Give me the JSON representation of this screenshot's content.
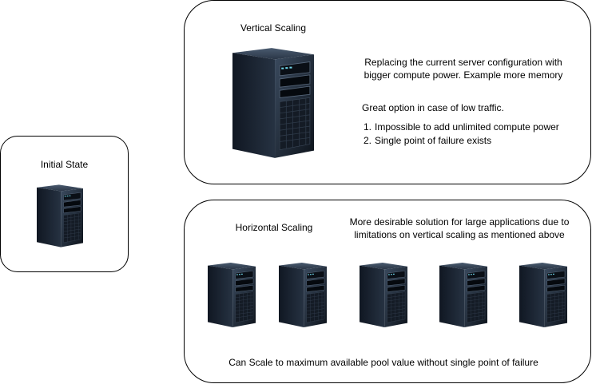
{
  "initial": {
    "title": "Initial State"
  },
  "vertical": {
    "title": "Vertical Scaling",
    "description_line1": "Replacing the current server configuration with",
    "description_line2": "bigger compute power. Example more memory",
    "note": "Great option in case of low traffic.",
    "issues": [
      {
        "num": "1.",
        "text": "Impossible to add unlimited compute power"
      },
      {
        "num": "2.",
        "text": "Single point of failure exists"
      }
    ]
  },
  "horizontal": {
    "title": "Horizontal Scaling",
    "description_line1": "More desirable solution for large applications due to",
    "description_line2": "limitations on vertical scaling as mentioned above",
    "footer": "Can Scale to maximum available pool value without single point of failure"
  },
  "colors": {
    "border": "#000000",
    "server_body": "#1b2330",
    "server_accent": "#6fd3e6"
  },
  "icons": {
    "server": "server-tower-icon"
  }
}
